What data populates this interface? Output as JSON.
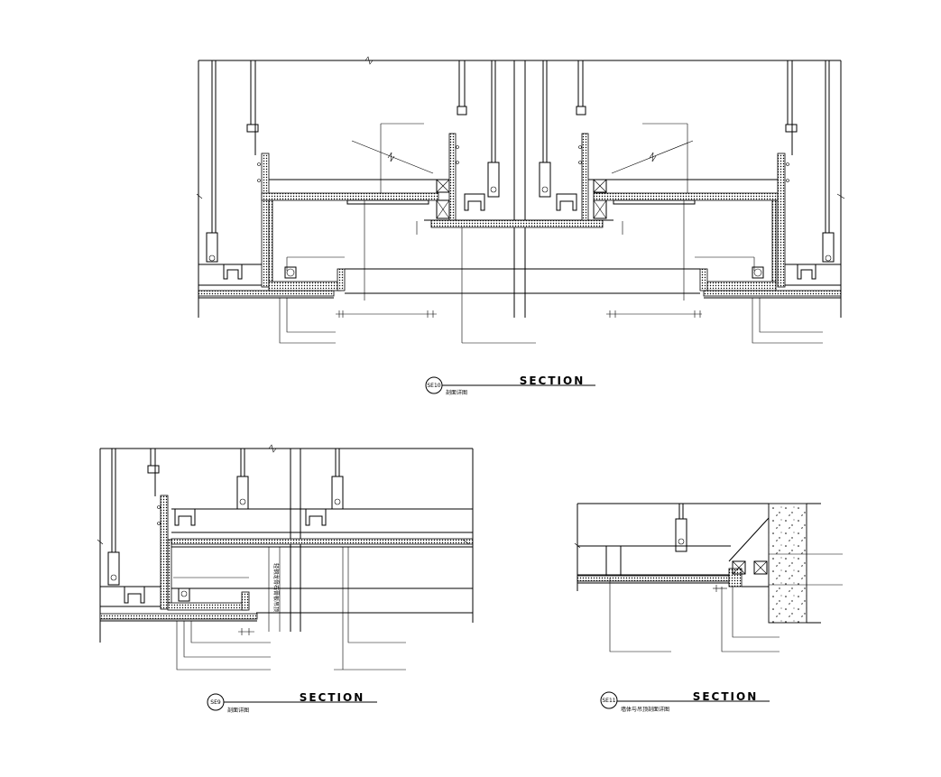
{
  "drawings": [
    {
      "id": "top",
      "tag": "SE10",
      "title": "SECTION",
      "subtitle": "剖面详图"
    },
    {
      "id": "bottom-left",
      "tag": "SE9",
      "title": "SECTION",
      "subtitle": "剖面详图",
      "vertical_note": "轻钢龙骨石膏板吊顶"
    },
    {
      "id": "bottom-right",
      "tag": "SE11",
      "title": "SECTION",
      "subtitle": "墙体与吊顶剖面详图"
    }
  ]
}
